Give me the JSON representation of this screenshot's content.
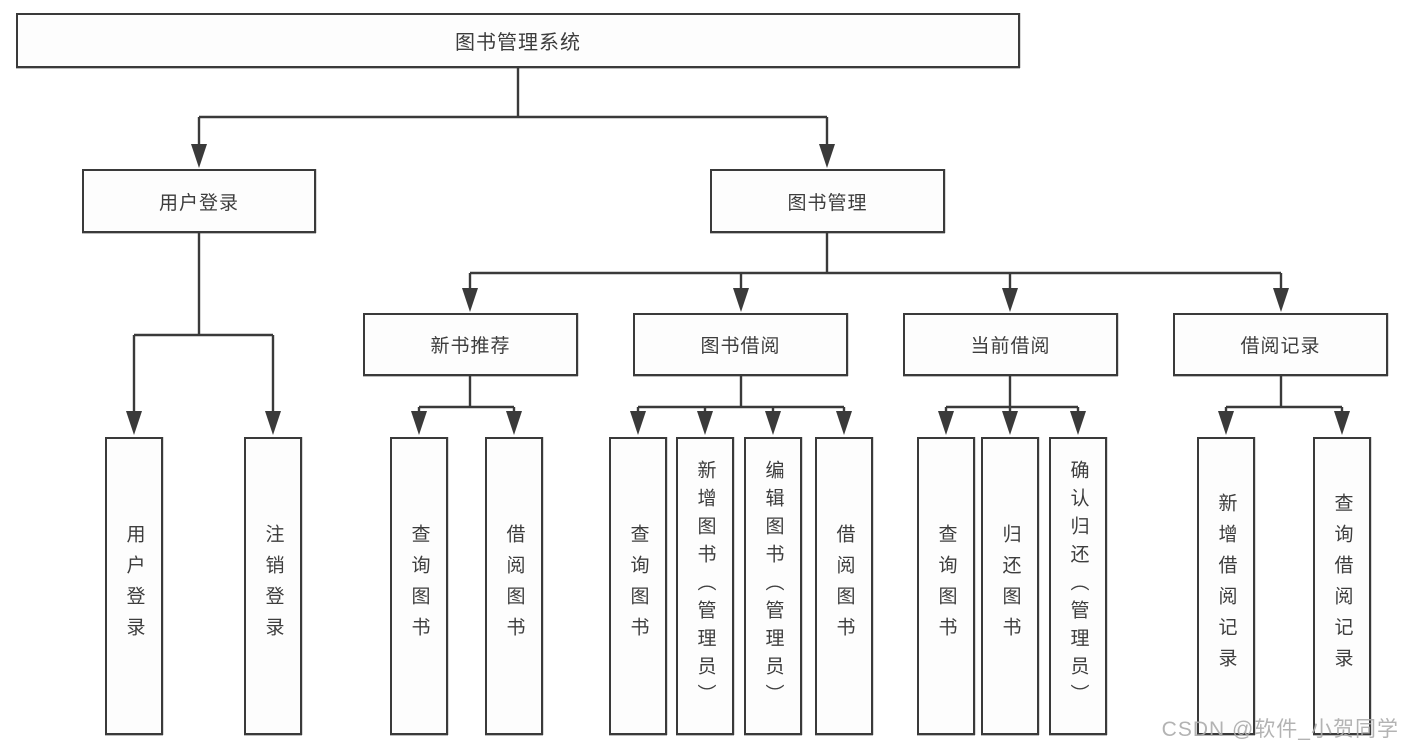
{
  "tree": {
    "root": {
      "label": "图书管理系统"
    },
    "level2": [
      {
        "label": "用户登录"
      },
      {
        "label": "图书管理"
      }
    ],
    "level3": [
      {
        "label": "新书推荐"
      },
      {
        "label": "图书借阅"
      },
      {
        "label": "当前借阅"
      },
      {
        "label": "借阅记录"
      }
    ],
    "leaves": {
      "user_login": [
        "用户登录",
        "注销登录"
      ],
      "new_book": [
        "查询图书",
        "借阅图书"
      ],
      "book_borrow": [
        "查询图书",
        "新增图书（管理员）",
        "编辑图书（管理员）",
        "借阅图书"
      ],
      "current_borrow": [
        "查询图书",
        "归还图书",
        "确认归还（管理员）"
      ],
      "borrow_records": [
        "新增借阅记录",
        "查询借阅记录"
      ]
    }
  },
  "watermark": "CSDN @软件_小贺同学",
  "colors": {
    "line": "#3a3a3a",
    "box_border": "#3a3a3a",
    "text": "#3d3d3d",
    "background": "#ffffff",
    "watermark": "#acacac"
  }
}
